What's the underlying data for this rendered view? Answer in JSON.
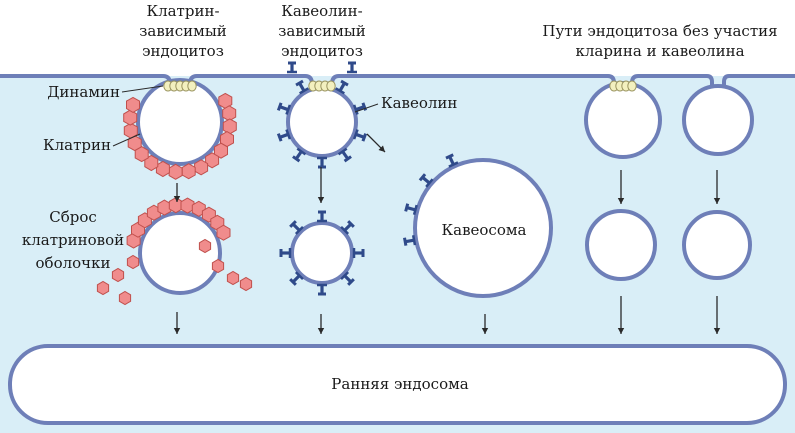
{
  "headers": {
    "clathrin": [
      "Клатрин-",
      "зависимый",
      "эндоцитоз"
    ],
    "caveolin": [
      "Кавеолин-",
      "зависимый",
      "эндоцитоз"
    ],
    "independent": [
      "Пути эндоцитоза без участия",
      "кларина и кавеолина"
    ]
  },
  "labels": {
    "dynamin": "Динамин",
    "clathrin": "Клатрин",
    "caveolin": "Кавеолин",
    "uncoating": [
      "Сброс",
      "клатриновой",
      "оболочки"
    ],
    "caveosome": "Кавеосома",
    "early_endosome": "Ранняя эндосома"
  },
  "colors": {
    "cytoplasm": "#d9eef7",
    "membrane": "#6e7fb8",
    "clathrin": "#f08c8c",
    "clathrin_edge": "#c0504d",
    "caveolin": "#2f4a8a",
    "dynamin": "#f3f0bf",
    "dynamin_edge": "#9a9460"
  }
}
